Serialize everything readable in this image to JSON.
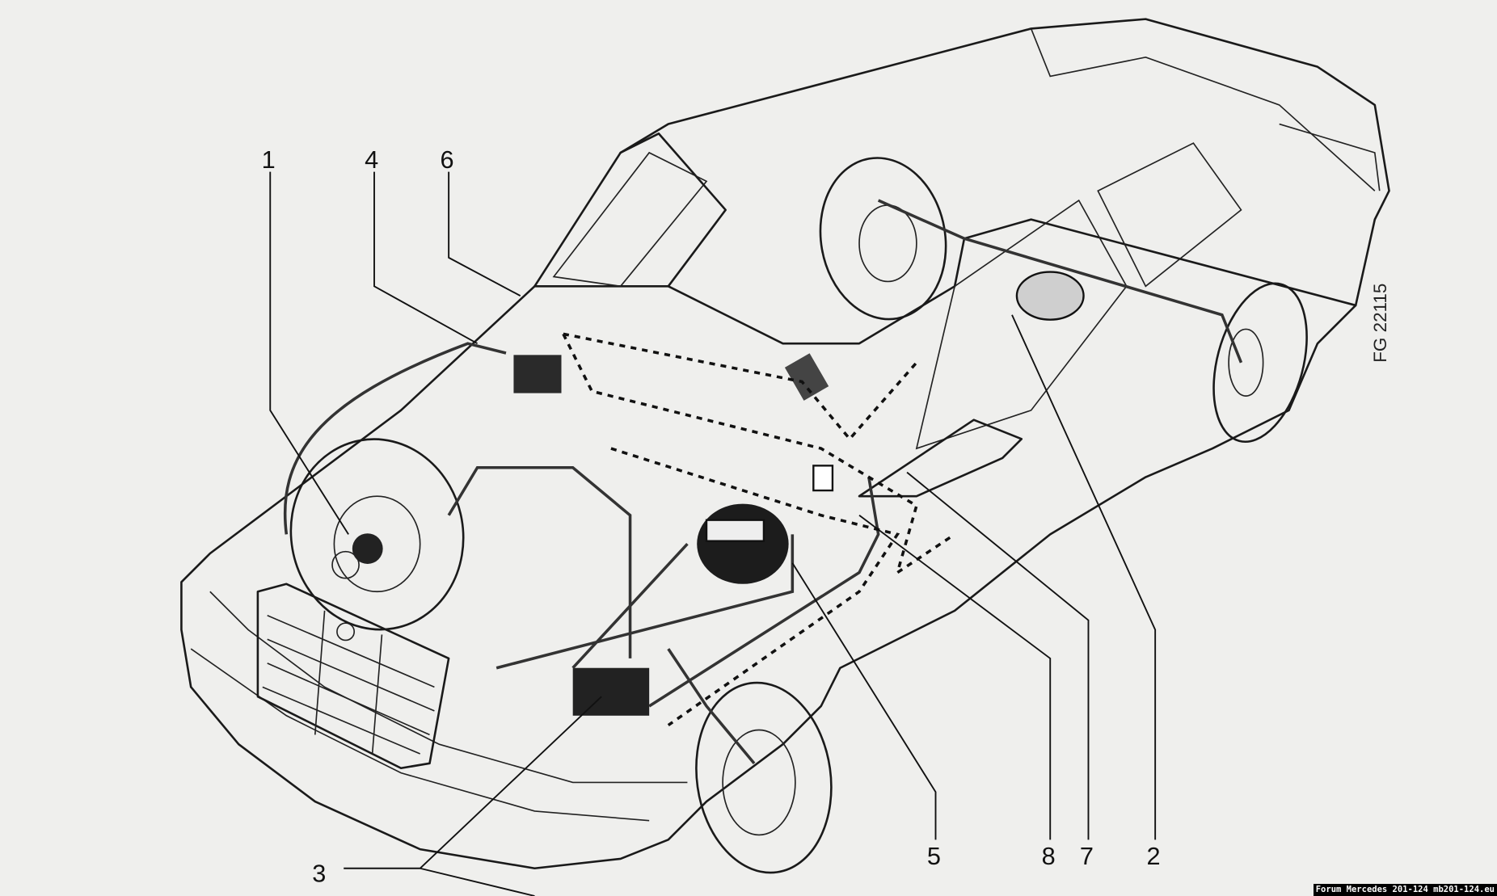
{
  "figure": {
    "code": "FG 22115",
    "callouts": [
      "1",
      "4",
      "6",
      "3",
      "5",
      "8",
      "7",
      "2"
    ]
  },
  "watermark": "Forum Mercedes 201-124 mb201-124.eu"
}
